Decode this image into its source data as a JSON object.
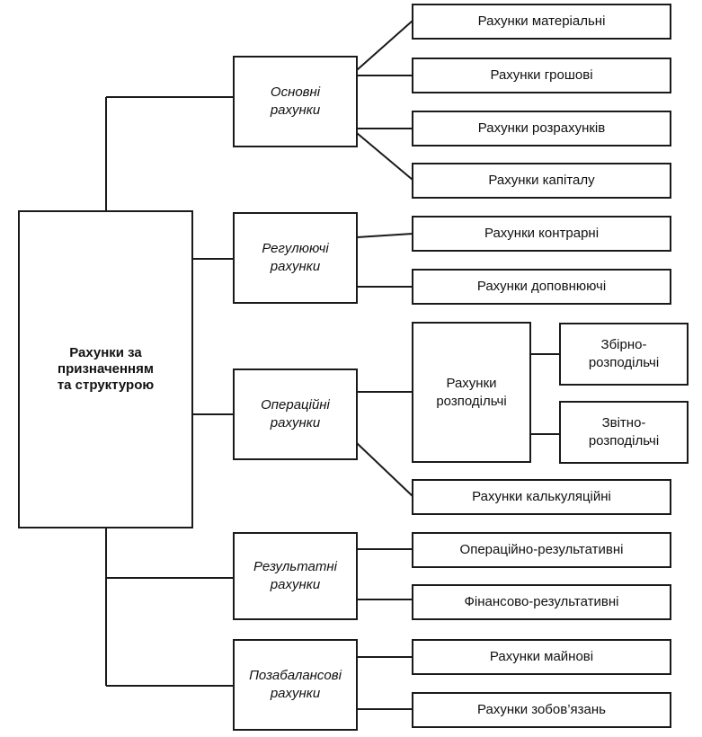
{
  "colors": {
    "line": "#1a1a1a",
    "background": "#ffffff",
    "text": "#111111"
  },
  "root": {
    "label": "Рахунки за\nпризначенням\nта структурою"
  },
  "categories": [
    {
      "label": "Основні\nрахунки",
      "items": [
        "Рахунки матеріальні",
        "Рахунки грошові",
        "Рахунки розрахунків",
        "Рахунки капіталу"
      ]
    },
    {
      "label": "Регулюючі\nрахунки",
      "items": [
        "Рахунки контрарні",
        "Рахунки доповнюючі"
      ]
    },
    {
      "label": "Операційні\nрахунки",
      "group": {
        "label": "Рахунки\nрозподільчі",
        "items": [
          "Збірно-\nрозподільчі",
          "Звітно-\nрозподільчі"
        ]
      },
      "items": [
        "Рахунки калькуляційні"
      ]
    },
    {
      "label": "Результатні\nрахунки",
      "items": [
        "Операційно-результативні",
        "Фінансово-результативні"
      ]
    },
    {
      "label": "Позабалансові\nрахунки",
      "items": [
        "Рахунки майнові",
        "Рахунки зобов’язань"
      ]
    }
  ]
}
